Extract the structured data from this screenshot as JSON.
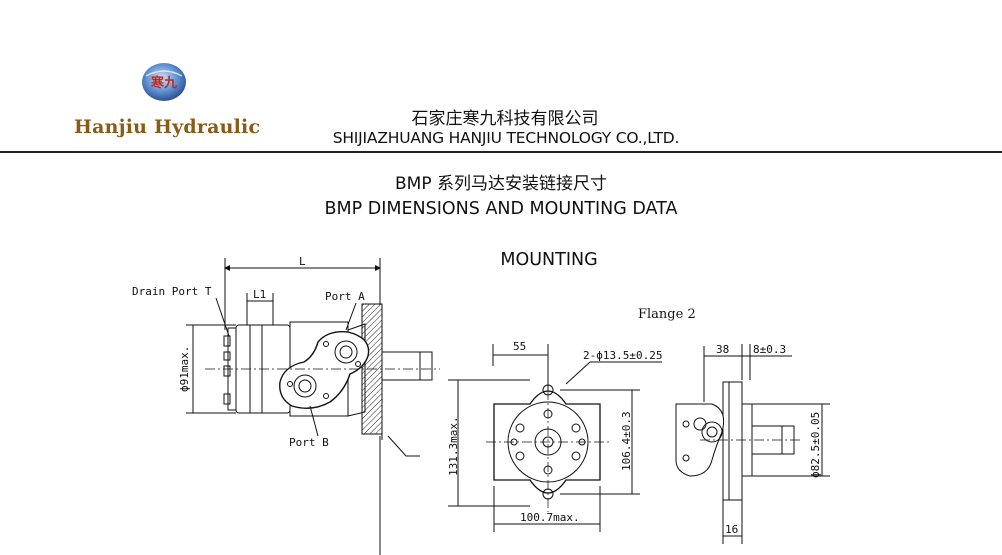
{
  "header": {
    "brand_name": "Hanjiu Hydraulic",
    "company_cn": "石家庄寒九科技有限公司",
    "company_en": "SHIJIAZHUANG HANJIU TECHNOLOGY CO.,LTD.",
    "logo_glyph": "寒九",
    "brand_color": "#8a5a17"
  },
  "document": {
    "title_cn": "BMP 系列马达安装链接尺寸",
    "title_en": "BMP DIMENSIONS AND  MOUNTING DATA",
    "section_title": "MOUNTING",
    "flange_label": "Flange  2"
  },
  "side_view": {
    "label_L": "L",
    "label_L1": "L1",
    "drain_port": "Drain Port T",
    "port_a": "Port A",
    "port_b": "Port B",
    "diameter_label": "ϕ91max."
  },
  "front_view": {
    "width_top": "55",
    "holes": "2-ϕ13.5±0.25",
    "height_total": "131.3max.",
    "bolt_spacing": "106.4±0.3",
    "width_bottom": "100.7max."
  },
  "flange_view": {
    "dim_38": "38",
    "dim_8": "8±0.3",
    "pilot_diameter": "ϕ82.5±0.05",
    "dim_16": "16"
  }
}
